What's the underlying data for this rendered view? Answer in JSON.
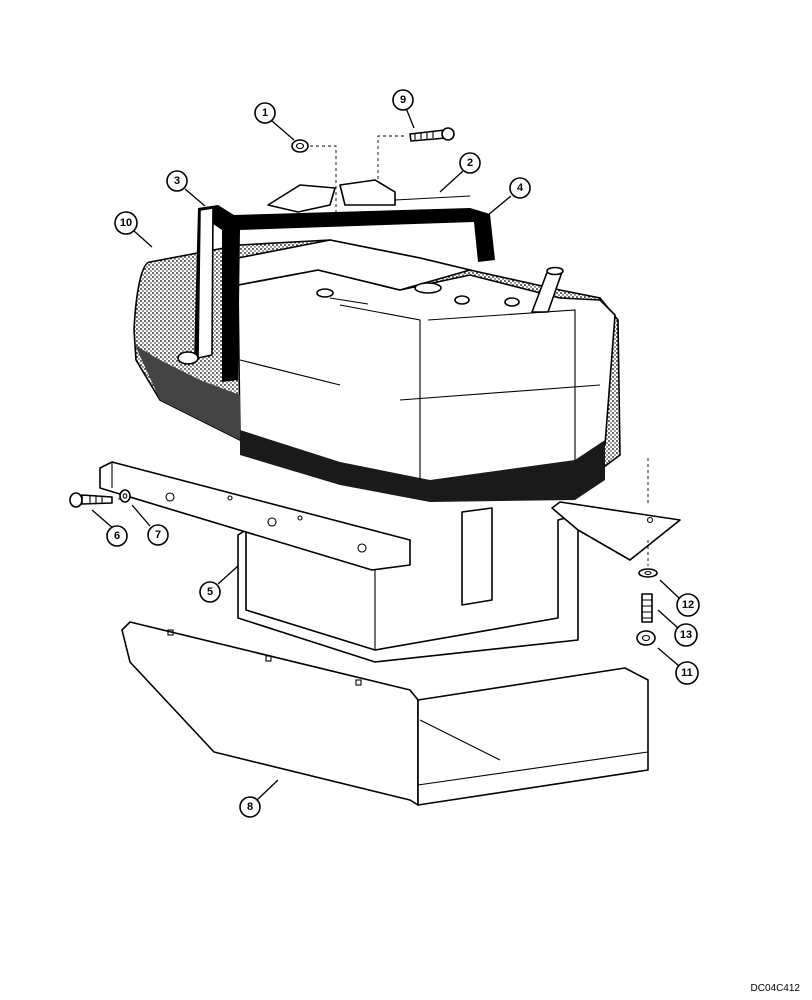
{
  "drawing_code": "DC04C412",
  "callouts": [
    "1",
    "2",
    "3",
    "4",
    "5",
    "6",
    "7",
    "8",
    "9",
    "10",
    "11",
    "12",
    "13"
  ],
  "colors": {
    "ink": "#000000",
    "paper": "#ffffff"
  }
}
